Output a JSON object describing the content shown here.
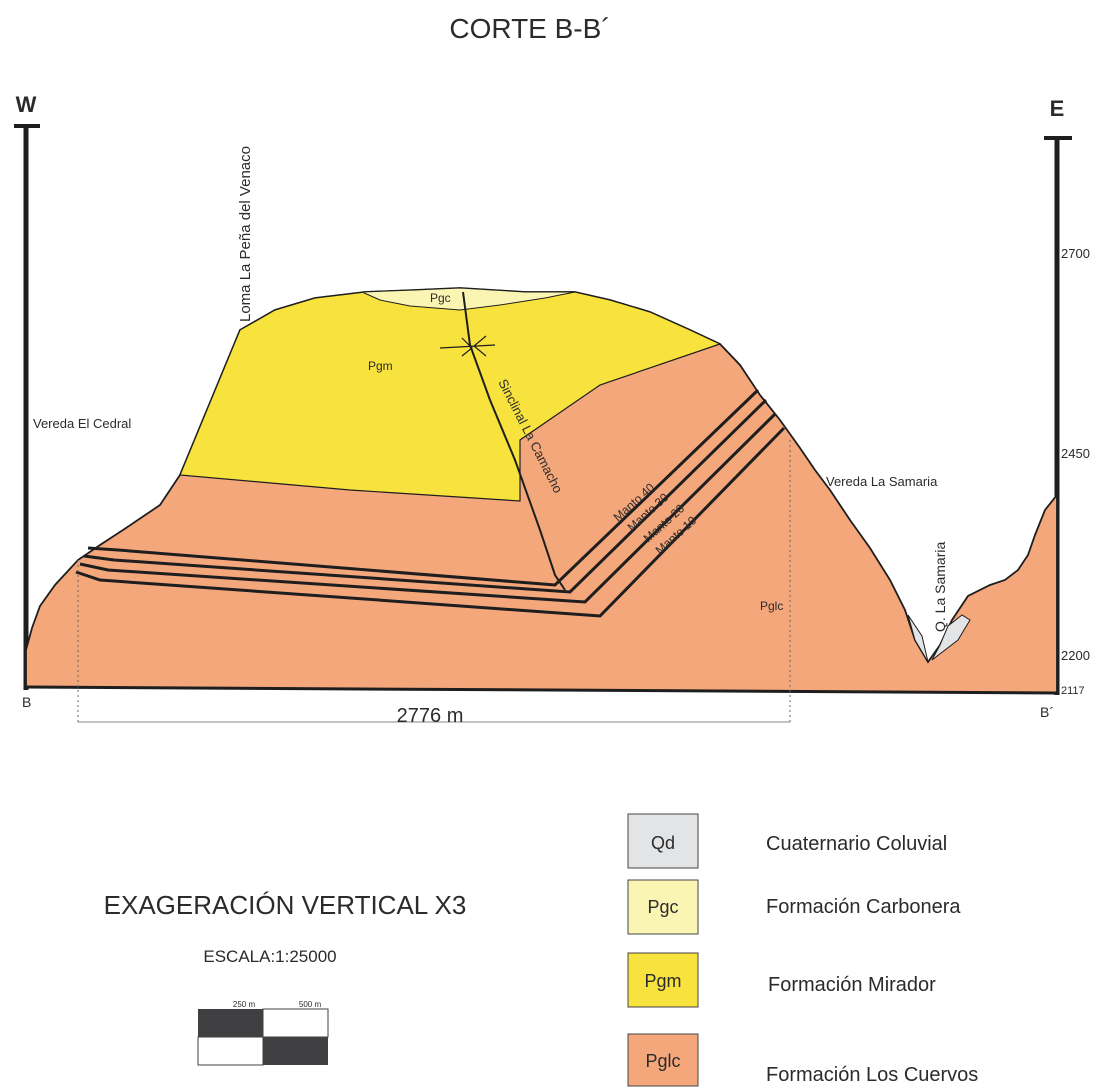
{
  "title": "CORTE B-B´",
  "compass": {
    "west": "W",
    "east": "E"
  },
  "endpoints": {
    "start": "B",
    "end": "B´"
  },
  "elevation_ticks": [
    "2700",
    "2450",
    "2200",
    "2117"
  ],
  "distance_label": "2776 m",
  "places": {
    "loma": "Loma La Peña del Venaco",
    "cedral": "Vereda El Cedral",
    "samaria": "Vereda La Samaria",
    "quebrada": "Q. La Samaria",
    "sinclinal": "Sinclinal La Camacho"
  },
  "units_on_section": {
    "pgc": "Pgc",
    "pgm": "Pgm",
    "pglc": "Pglc"
  },
  "mantos": [
    "Manto 40",
    "Manto 30",
    "Manto 20",
    "Manto 10"
  ],
  "exaggeration": "EXAGERACIÓN VERTICAL X3",
  "scale": {
    "text": "ESCALA:1:25000",
    "tick_250": "250 m",
    "tick_500": "500 m"
  },
  "legend": [
    {
      "code": "Qd",
      "label": "Cuaternario Coluvial",
      "color": "#e3e4e6"
    },
    {
      "code": "Pgc",
      "label": "Formación Carbonera",
      "color": "#fbf5b4"
    },
    {
      "code": "Pgm",
      "label": "Formación Mirador",
      "color": "#f8e23e"
    },
    {
      "code": "Pglc",
      "label": "Formación Los Cuervos",
      "color": "#f5a77c"
    }
  ],
  "colors": {
    "pglc": "#f5a77c",
    "pgm": "#f8e23e",
    "pgc": "#fbf5b4",
    "qd": "#e3e4e6",
    "outline": "#1e1e1e"
  }
}
